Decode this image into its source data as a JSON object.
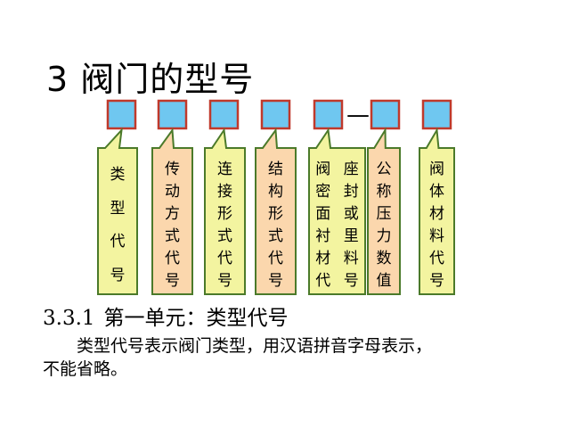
{
  "title": "3 阀门的型号",
  "dash": "—",
  "diagram": {
    "colors": {
      "box_fill": "#6fc7f0",
      "box_border": "#c0392b",
      "yellow_fill": "#f3f4a0",
      "orange_fill": "#fbd7ad",
      "callout_border": "#4b7a2a"
    },
    "fields": [
      {
        "chars": [
          "类",
          "型",
          "代",
          "号"
        ],
        "fill": "yellow"
      },
      {
        "chars": [
          "传",
          "动",
          "方",
          "式",
          "代",
          "号"
        ],
        "fill": "orange"
      },
      {
        "chars": [
          "连",
          "接",
          "形",
          "式",
          "代",
          "号"
        ],
        "fill": "yellow"
      },
      {
        "chars": [
          "结",
          "构",
          "形",
          "式",
          "代",
          "号"
        ],
        "fill": "orange"
      },
      {
        "chars": [
          "阀",
          "密",
          "面",
          "衬",
          "材",
          "代"
        ],
        "chars2": [
          "座",
          "封",
          "或",
          "里",
          "料",
          "号"
        ],
        "fill": "yellow"
      },
      {
        "chars": [
          "公",
          "称",
          "压",
          "力",
          "数",
          "值"
        ],
        "fill": "orange"
      },
      {
        "chars": [
          "阀",
          "体",
          "材",
          "料",
          "代",
          "号"
        ],
        "fill": "yellow"
      }
    ]
  },
  "section": {
    "number": "3.3.1",
    "heading": "第一单元：类型代号"
  },
  "body": {
    "line1": "类型代号表示阀门类型，用汉语拼音字母表示，",
    "line2": "不能省略。"
  }
}
